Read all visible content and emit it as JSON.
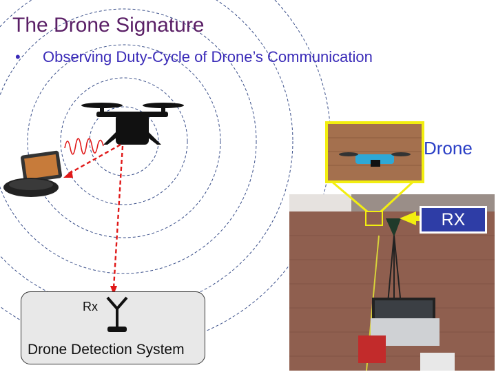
{
  "slide": {
    "title": "The Drone Signature",
    "bullet_marker": "•",
    "bullet": "Observing Duty-Cycle of Drone’s Communication"
  },
  "diagram": {
    "rx_label": "Rx",
    "system_label": "Drone Detection System"
  },
  "photo": {
    "drone_label": "Drone",
    "rx_label": "RX"
  },
  "colors": {
    "title": "#5a1f66",
    "bullet": "#3a2bb8",
    "signal_arrow": "#e01818",
    "rings": "#3a4f8a",
    "highlight": "#f2ee10",
    "rx_box": "#2e3da6"
  }
}
